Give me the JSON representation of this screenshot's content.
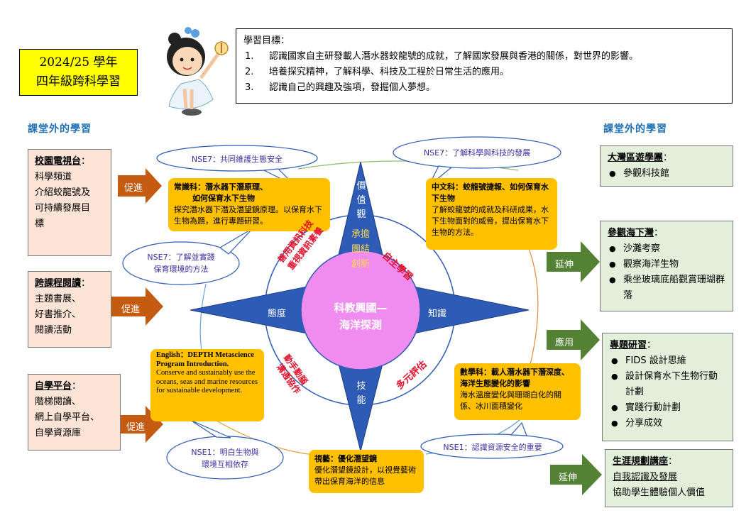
{
  "year_box": {
    "line1": "2024/25 學年",
    "line2": "四年級跨科學習"
  },
  "objectives": {
    "heading": "學習目標：",
    "items": [
      {
        "num": "1.",
        "text": "認識國家自主研發載人潛水器蛟龍號的成就，了解國家發展與香港的關係，對世界的影響。"
      },
      {
        "num": "2.",
        "text": "培養探究精神，了解科學、科技及工程於日常生活的應用。"
      },
      {
        "num": "3.",
        "text": "認識自己的興趣及強項，發掘個人夢想。"
      }
    ]
  },
  "left_header": "課堂外的學習",
  "right_header": "課堂外的學習",
  "left_boxes": [
    {
      "title": "校園電視台",
      "colon": "：",
      "lines": [
        "科學頻道",
        "介紹蛟龍號及",
        "可持續發展目",
        "標"
      ]
    },
    {
      "title": "跨課程閱讀",
      "colon": "：",
      "lines": [
        "主題書展、",
        "好書推介、",
        "閱讀活動"
      ]
    },
    {
      "title": "自學平台",
      "colon": "：",
      "lines": [
        "階梯閱讀、",
        "網上自學平台、",
        "自學資源庫"
      ]
    }
  ],
  "left_arrows": [
    "促進",
    "促進",
    "促進"
  ],
  "right_arrows": [
    "延伸",
    "應用",
    "延伸"
  ],
  "right_boxes": {
    "gba": {
      "title": "大灣區遊學團",
      "colon": "：",
      "items": [
        "參觀科技館"
      ]
    },
    "sea": {
      "title": "參觀海下灣",
      "colon": "：",
      "items": [
        "沙灘考察",
        "觀察海洋生物",
        "乘坐玻璃底船觀賞珊瑚群落"
      ]
    },
    "project": {
      "title": "專題研習",
      "colon": "：",
      "items": [
        "FIDS 設計思維",
        "設計保育水下生物行動計劃",
        "實踐行動計劃",
        "分享成效"
      ]
    },
    "career": {
      "title": "生涯規劃講座",
      "colon": "：",
      "sub": "自我認識及發展",
      "line": "協助學生體驗個人價值"
    }
  },
  "bubbles": {
    "nse7_eco": "NSE7：共同維護生態安全",
    "nse7_sci": "NSE7：了解科學與科技的發展",
    "nse7_env_1": "NSE7：了解並實踐",
    "nse7_env_2": "保育環境的方法",
    "nse1_bio_1": "NSE1：明白生物與",
    "nse1_bio_2": "環境互相依存",
    "nse1_res": "NSE1：認識資源安全的重要"
  },
  "cards": {
    "gs": {
      "title_1": "常識科：潛水器下潛原理、",
      "title_2": "如何保育水下生物",
      "body": "探究潛水器下潛及潛望鏡原理。以保育水下生物為題，進行專題研習。"
    },
    "chi": {
      "title": "中文科：蛟龍號捷報、如何保育水下生物",
      "body": "了解蛟龍號的成就及科研成果，水下生物面對的威脅，提出保育水下生物的方法。"
    },
    "eng": {
      "title": "English：DEPTH Metascience Program Introduction.",
      "body": "Conserve and sustainably use the oceans, seas and marine resources for sustainable development."
    },
    "math": {
      "title": "數學科：載人潛水器下潛深度、海洋生態變化的影響",
      "body": "海水溫度變化與珊瑚白化的關係、冰川面積變化"
    },
    "va": {
      "title": "視藝：優化潛望鏡",
      "body": "優化潛望鏡設計，以視覺藝術帶出保育海洋的信息"
    }
  },
  "star": {
    "top_1": "價",
    "top_2": "值",
    "top_3": "觀",
    "top_yellow": [
      "承擔",
      "團結",
      "創新"
    ],
    "left": "態度",
    "right": "知識",
    "bottom_1": "技",
    "bottom_2": "能",
    "center_1": "科教興國—",
    "center_2": "海洋探測"
  },
  "ring_labels": {
    "upper_left_1": "善用資訊科技",
    "upper_left_2": "重視資訊素養",
    "upper_right": "自主學習",
    "lower_left_1": "動手動腦",
    "lower_left_2": "溝通協作",
    "lower_right": "多元評估"
  },
  "colors": {
    "star_blue": "#2e5bb5",
    "center_pink": "#f08cf0",
    "card_orange": "#ffc000",
    "peach": "#fbe3d6",
    "green": "#e2efda",
    "arrow_brown": "#c55a11",
    "arrow_green": "#548235",
    "bubble_text": "#3a2fa0",
    "red_text": "#e3122c"
  }
}
